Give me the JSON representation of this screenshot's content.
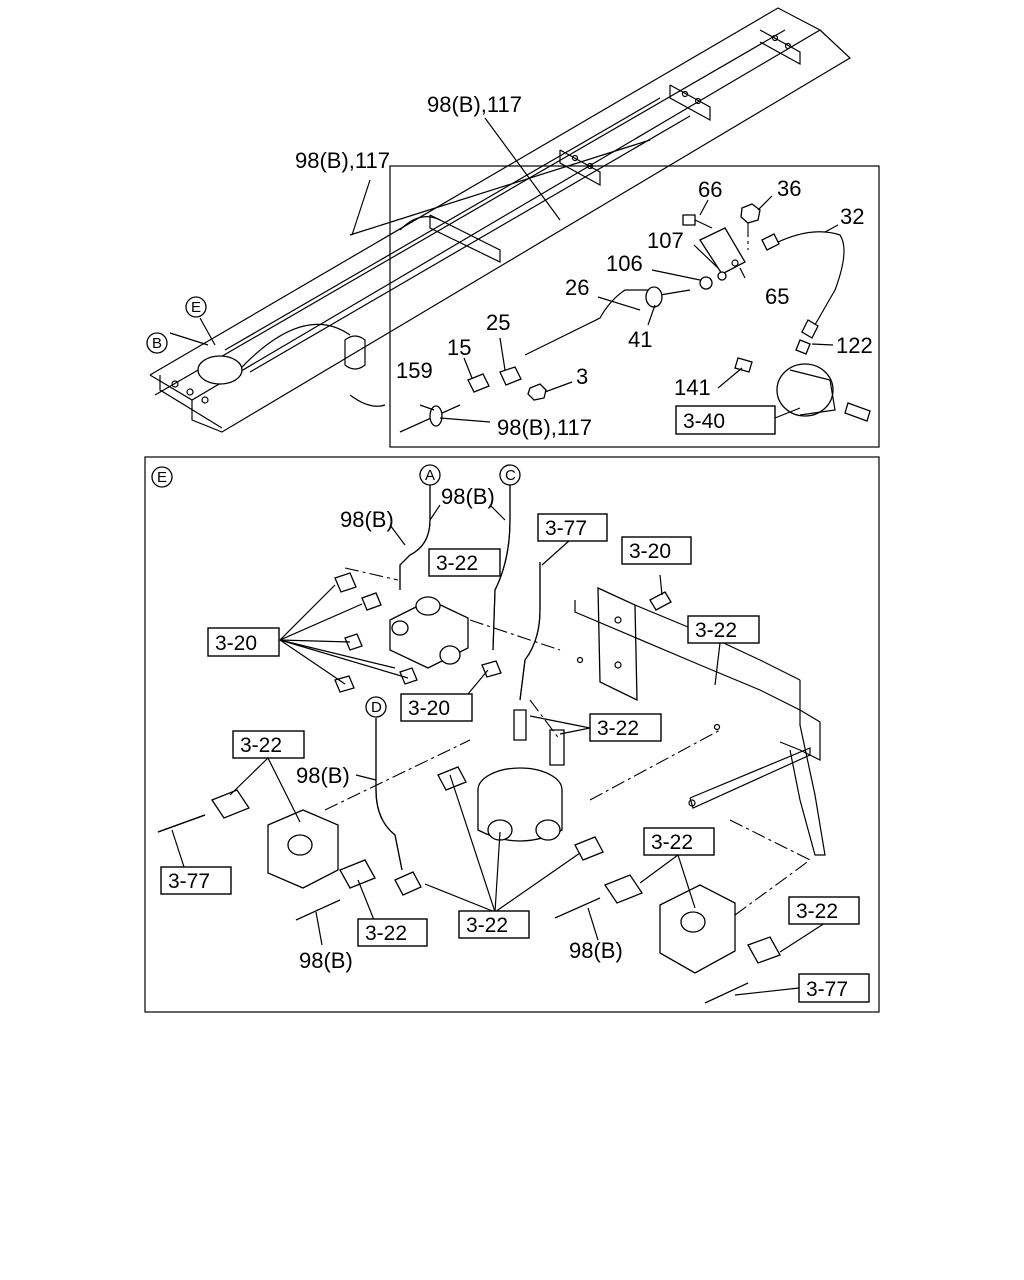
{
  "top_view": {
    "labels": {
      "frame_upper": "98(B),117",
      "frame_left": "98(B),117",
      "detail_pipe": "98(B),117",
      "p66": "66",
      "p36": "36",
      "p32": "32",
      "p107": "107",
      "p106": "106",
      "p65": "65",
      "p26": "26",
      "p25": "25",
      "p15": "15",
      "p41": "41",
      "p3": "3",
      "p159": "159",
      "p122": "122",
      "p141": "141"
    },
    "refs": {
      "r340": "3-40"
    },
    "circles": {
      "e": "E",
      "b": "B"
    }
  },
  "detail_e": {
    "circles": {
      "e": "E",
      "a": "A",
      "c": "C",
      "d": "D"
    },
    "labels": {
      "hose_a": "98(B)",
      "hose_c": "98(B)",
      "hose_d": "98(B)",
      "tube_bl": "98(B)",
      "tube_br": "98(B)"
    },
    "refs": {
      "r322_top": "3-22",
      "r377_top": "3-77",
      "r320_right": "3-20",
      "r322_bracket": "3-22",
      "r320_left": "3-20",
      "r320_mid": "3-20",
      "r322_center": "3-22",
      "r322_left": "3-22",
      "r377_left": "3-77",
      "r322_bl": "3-22",
      "r322_bc": "3-22",
      "r322_br_top": "3-22",
      "r322_br": "3-22",
      "r377_br": "3-77"
    }
  }
}
